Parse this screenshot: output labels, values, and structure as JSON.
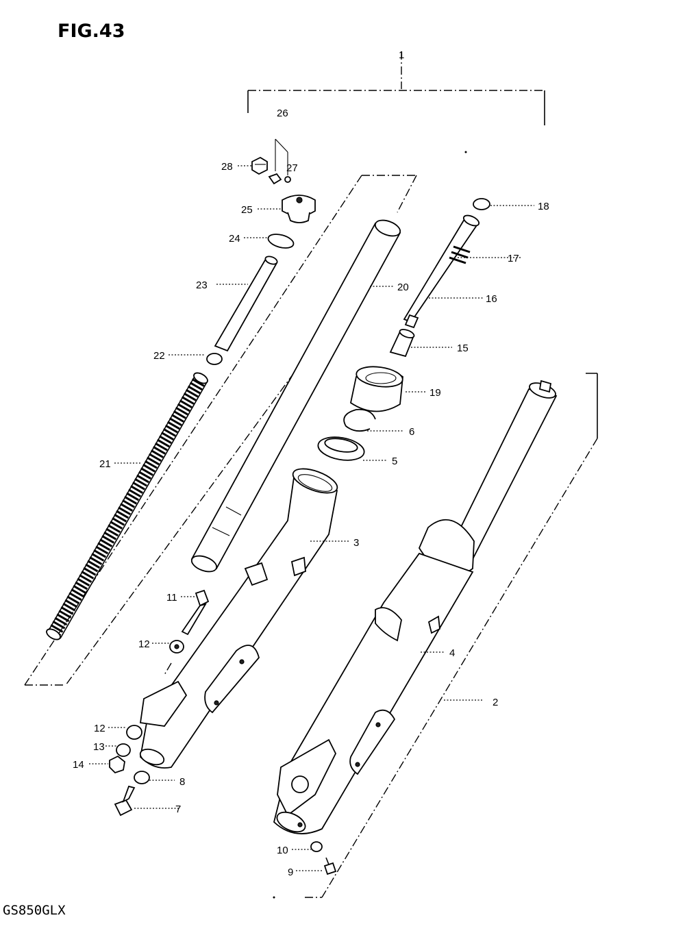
{
  "figure": {
    "title": "FIG.43",
    "model": "GS850GLX"
  },
  "callouts": {
    "c1": "1",
    "c2": "2",
    "c3": "3",
    "c4": "4",
    "c5": "5",
    "c6": "6",
    "c7": "7",
    "c8": "8",
    "c9": "9",
    "c10": "10",
    "c11": "11",
    "c12a": "12",
    "c12b": "12",
    "c13": "13",
    "c14": "14",
    "c15": "15",
    "c16": "16",
    "c17": "17",
    "c18": "18",
    "c19": "19",
    "c20": "20",
    "c21": "21",
    "c22": "22",
    "c23": "23",
    "c24": "24",
    "c25": "25",
    "c26": "26",
    "c27": "27",
    "c28": "28"
  }
}
